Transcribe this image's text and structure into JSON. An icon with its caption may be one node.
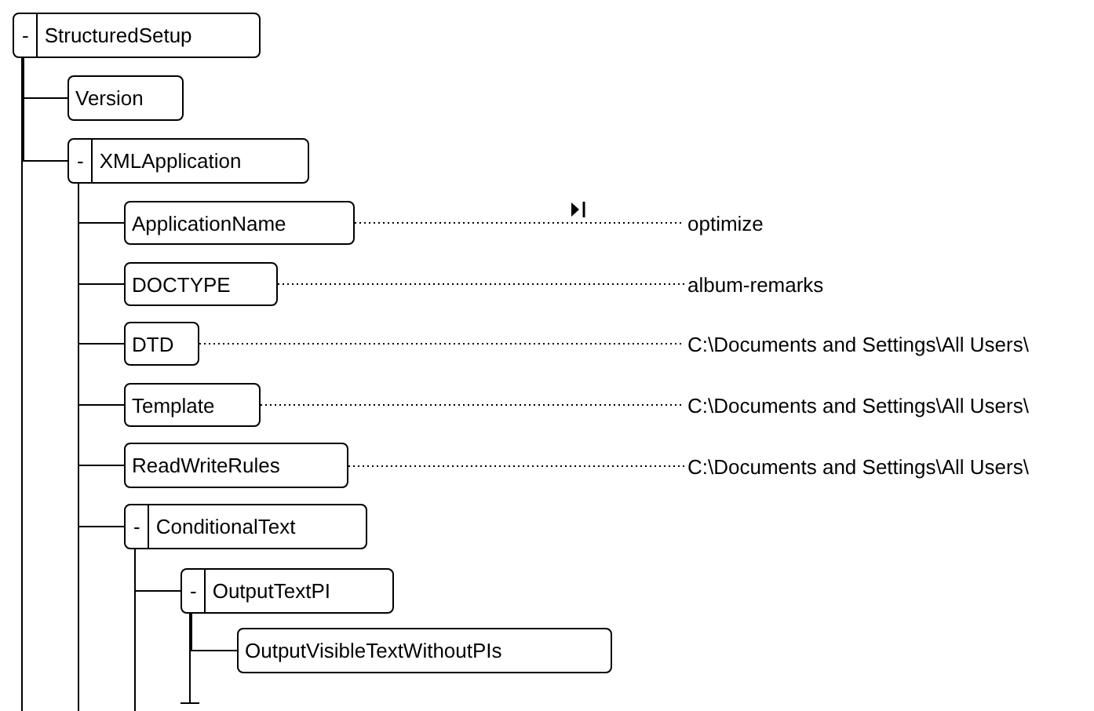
{
  "diagram": {
    "nodes": [
      {
        "text": [
          "-",
          "StructuredSetup"
        ]
      },
      {
        "text": [
          "Version"
        ]
      },
      {
        "text": [
          "-",
          "XMLApplication"
        ]
      },
      {
        "text": [
          "ApplicationName"
        ]
      },
      {
        "text": [
          "DOCTYPE"
        ]
      },
      {
        "text": [
          "DTD"
        ]
      },
      {
        "text": [
          "Template"
        ]
      },
      {
        "text": [
          "ReadWriteRules"
        ]
      },
      {
        "text": [
          "-",
          "ConditionalText"
        ]
      },
      {
        "text": [
          "-",
          "OutputTextPI"
        ]
      },
      {
        "text": [
          "OutputVisibleTextWithoutPIs"
        ]
      },
      {
        "text": [
          "optimize"
        ]
      },
      {
        "text": [
          "album-remarks"
        ]
      },
      {
        "text": [
          "C:\\Documents and Settings\\All Users\\"
        ]
      },
      {
        "text": [
          "C:\\Documents and Settings\\All Users\\"
        ]
      },
      {
        "text": [
          "C:\\Documents and Settings\\All Users\\"
        ]
      }
    ],
    "edges": [
      {
        "from": 0,
        "to": 1,
        "arrow": "none"
      },
      {
        "from": 0,
        "to": 2,
        "arrow": "none"
      },
      {
        "from": 2,
        "to": 3,
        "arrow": "none"
      },
      {
        "from": 2,
        "to": 4,
        "arrow": "none"
      },
      {
        "from": 2,
        "to": 5,
        "arrow": "none"
      },
      {
        "from": 2,
        "to": 6,
        "arrow": "none"
      },
      {
        "from": 2,
        "to": 7,
        "arrow": "none"
      },
      {
        "from": 2,
        "to": 8,
        "arrow": "none"
      },
      {
        "from": 8,
        "to": 9,
        "arrow": "none"
      },
      {
        "from": 9,
        "to": 10,
        "arrow": "none"
      },
      {
        "from": 3,
        "to": 11,
        "arrow": "none",
        "style": "dashed"
      },
      {
        "from": 4,
        "to": 12,
        "arrow": "none",
        "style": "dashed"
      },
      {
        "from": 5,
        "to": 13,
        "arrow": "none",
        "style": "dashed"
      },
      {
        "from": 6,
        "to": 14,
        "arrow": "none",
        "style": "dashed"
      },
      {
        "from": 7,
        "to": 15,
        "arrow": "none",
        "style": "dashed"
      }
    ]
  }
}
